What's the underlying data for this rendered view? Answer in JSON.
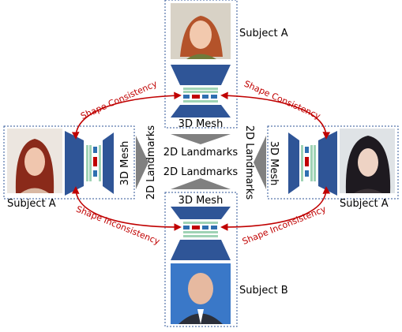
{
  "labels": {
    "subject_a_top": "Subject A",
    "subject_a_left": "Subject A",
    "subject_a_right": "Subject A",
    "subject_b_bottom": "Subject B",
    "mesh_top": "3D Mesh",
    "mesh_left": "3D Mesh",
    "mesh_right": "3D Mesh",
    "mesh_bottom": "3D Mesh",
    "landmarks_center_top": "2D Landmarks",
    "landmarks_center_bottom": "2D Landmarks",
    "landmarks_left": "2D Landmarks",
    "landmarks_right": "2D Landmarks",
    "shape_consistency_left": "Shape Consistency",
    "shape_consistency_right": "Shape Consistency",
    "shape_inconsistency_left": "Shape Inconsistency",
    "shape_inconsistency_right": "Shape Inconsistency"
  },
  "colors": {
    "network": "#2f5597",
    "latent_light": "#9fd3b5",
    "latent_blue": "#2e6fb0",
    "latent_red": "#c00000",
    "arrow_red": "#c00000",
    "arrow_gray": "#808080",
    "panel_border": "#2f5597"
  }
}
